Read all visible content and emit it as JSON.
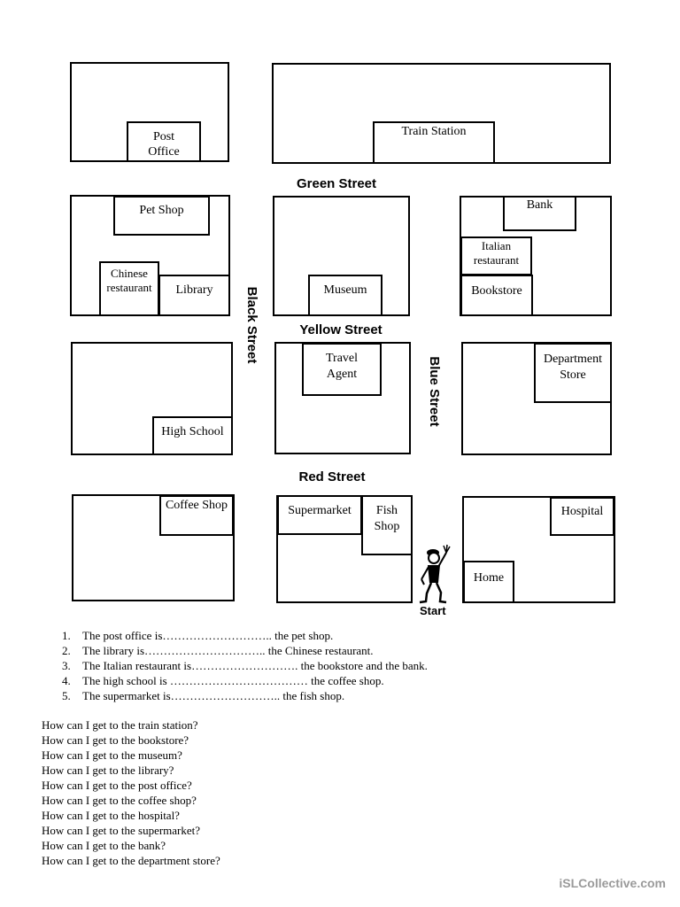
{
  "worksheet": {
    "map": {
      "streets": {
        "green": "Green Street",
        "yellow": "Yellow Street",
        "red": "Red Street",
        "black": "Black Street",
        "blue": "Blue Street"
      },
      "places": {
        "post_office": "Post\nOffice",
        "train_station": "Train Station",
        "pet_shop": "Pet Shop",
        "chinese_restaurant": "Chinese\nrestaurant",
        "library": "Library",
        "museum": "Museum",
        "bank": "Bank",
        "italian_restaurant": "Italian\nrestaurant",
        "bookstore": "Bookstore",
        "high_school": "High School",
        "travel_agent": "Travel\nAgent",
        "department_store": "Department\nStore",
        "coffee_shop": "Coffee Shop",
        "supermarket": "Supermarket",
        "fish_shop": "Fish\nShop",
        "hospital": "Hospital",
        "home": "Home"
      },
      "start_label": "Start",
      "start_icon": "waving-person-icon"
    },
    "sentences": [
      {
        "num": "1.",
        "text": "The post office is……………………….. the pet shop."
      },
      {
        "num": "2.",
        "text": "The library is………………………….. the Chinese restaurant."
      },
      {
        "num": "3.",
        "text": "The Italian restaurant is………………………. the bookstore and the bank."
      },
      {
        "num": "4.",
        "text": "The high school is ……………………………… the coffee shop."
      },
      {
        "num": "5.",
        "text": "The supermarket is……………………….. the fish shop."
      }
    ],
    "questions": [
      "How can I get to the train station?",
      "How can I get to the bookstore?",
      "How can I get to the museum?",
      "How can I get to the library?",
      "How can I get to the post office?",
      "How can I get to the coffee shop?",
      "How can I get to the hospital?",
      "How can I get to the supermarket?",
      "How can I get to the bank?",
      "How can I get to the department store?"
    ]
  },
  "watermark": "iSLCollective.com"
}
